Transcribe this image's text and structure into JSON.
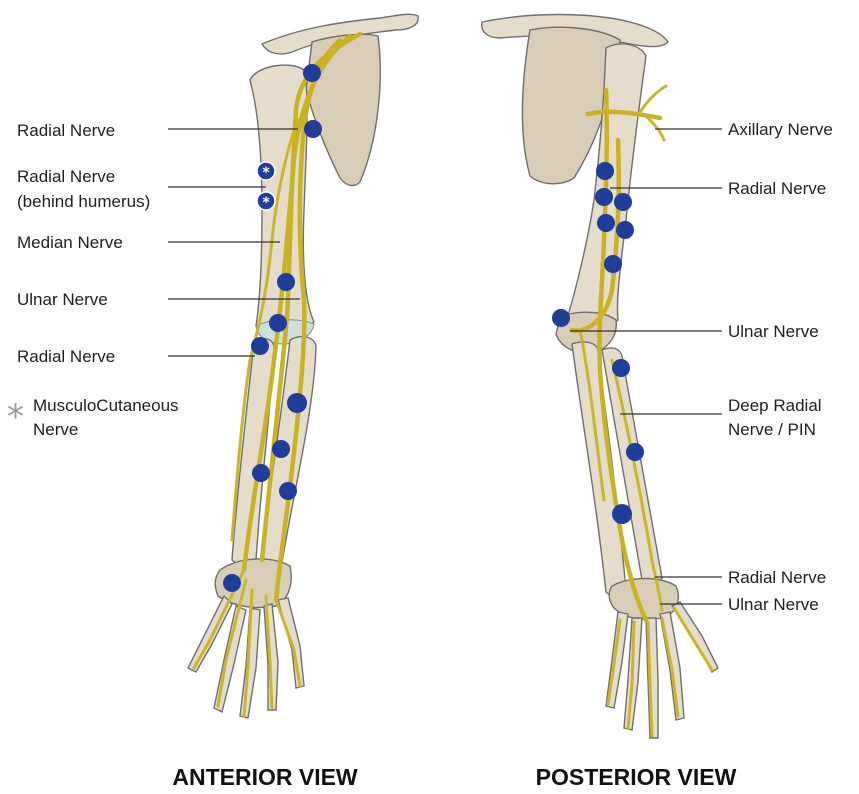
{
  "anterior": {
    "title": "ANTERIOR VIEW",
    "labels": {
      "radial_1": "Radial Nerve",
      "radial_behind_1": "Radial Nerve",
      "radial_behind_2": "(behind humerus)",
      "median": "Median Nerve",
      "ulnar": "Ulnar Nerve",
      "radial_2": "Radial Nerve",
      "musculo_1": "MusculoCutaneous",
      "musculo_2": "Nerve"
    },
    "asterisk": "*"
  },
  "posterior": {
    "title": "POSTERIOR VIEW",
    "labels": {
      "axillary": "Axillary Nerve",
      "radial_1": "Radial Nerve",
      "ulnar_1": "Ulnar Nerve",
      "deep_1": "Deep Radial",
      "deep_2": "Nerve / PIN",
      "radial_2": "Radial Nerve",
      "ulnar_2": "Ulnar Nerve"
    }
  },
  "colors": {
    "nerve": "#c9b324",
    "marker": "#1f3d99",
    "bone": "#e6dccb",
    "cartilage": "#cfe0dc"
  }
}
